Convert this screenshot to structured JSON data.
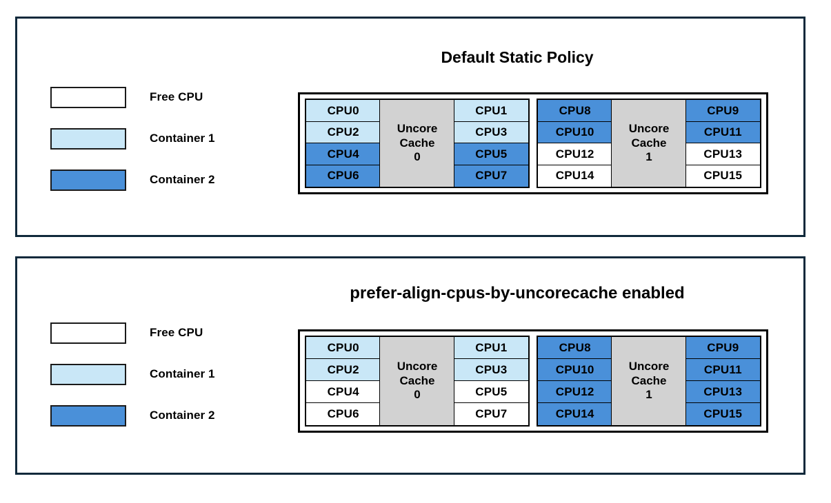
{
  "colors": {
    "free": "#ffffff",
    "container1": "#c9e7f7",
    "container2": "#4a90d9",
    "cache": "#d2d2d2",
    "border": "#000000",
    "panel_border": "#10293b"
  },
  "legend": {
    "items": [
      {
        "label": "Free CPU",
        "state": "free"
      },
      {
        "label": "Container 1",
        "state": "container1"
      },
      {
        "label": "Container 2",
        "state": "container2"
      }
    ]
  },
  "panels": [
    {
      "title": "Default Static Policy",
      "groups": [
        {
          "cache_line1": "Uncore",
          "cache_line2": "Cache",
          "cache_index": "0",
          "left_column": [
            {
              "label": "CPU0",
              "state": "container1"
            },
            {
              "label": "CPU2",
              "state": "container1"
            },
            {
              "label": "CPU4",
              "state": "container2"
            },
            {
              "label": "CPU6",
              "state": "container2"
            }
          ],
          "right_column": [
            {
              "label": "CPU1",
              "state": "container1"
            },
            {
              "label": "CPU3",
              "state": "container1"
            },
            {
              "label": "CPU5",
              "state": "container2"
            },
            {
              "label": "CPU7",
              "state": "container2"
            }
          ]
        },
        {
          "cache_line1": "Uncore",
          "cache_line2": "Cache",
          "cache_index": "1",
          "left_column": [
            {
              "label": "CPU8",
              "state": "container2"
            },
            {
              "label": "CPU10",
              "state": "container2"
            },
            {
              "label": "CPU12",
              "state": "free"
            },
            {
              "label": "CPU14",
              "state": "free"
            }
          ],
          "right_column": [
            {
              "label": "CPU9",
              "state": "container2"
            },
            {
              "label": "CPU11",
              "state": "container2"
            },
            {
              "label": "CPU13",
              "state": "free"
            },
            {
              "label": "CPU15",
              "state": "free"
            }
          ]
        }
      ]
    },
    {
      "title": "prefer-align-cpus-by-uncorecache enabled",
      "groups": [
        {
          "cache_line1": "Uncore",
          "cache_line2": "Cache",
          "cache_index": "0",
          "left_column": [
            {
              "label": "CPU0",
              "state": "container1"
            },
            {
              "label": "CPU2",
              "state": "container1"
            },
            {
              "label": "CPU4",
              "state": "free"
            },
            {
              "label": "CPU6",
              "state": "free"
            }
          ],
          "right_column": [
            {
              "label": "CPU1",
              "state": "container1"
            },
            {
              "label": "CPU3",
              "state": "container1"
            },
            {
              "label": "CPU5",
              "state": "free"
            },
            {
              "label": "CPU7",
              "state": "free"
            }
          ]
        },
        {
          "cache_line1": "Uncore",
          "cache_line2": "Cache",
          "cache_index": "1",
          "left_column": [
            {
              "label": "CPU8",
              "state": "container2"
            },
            {
              "label": "CPU10",
              "state": "container2"
            },
            {
              "label": "CPU12",
              "state": "container2"
            },
            {
              "label": "CPU14",
              "state": "container2"
            }
          ],
          "right_column": [
            {
              "label": "CPU9",
              "state": "container2"
            },
            {
              "label": "CPU11",
              "state": "container2"
            },
            {
              "label": "CPU13",
              "state": "container2"
            },
            {
              "label": "CPU15",
              "state": "container2"
            }
          ]
        }
      ]
    }
  ]
}
